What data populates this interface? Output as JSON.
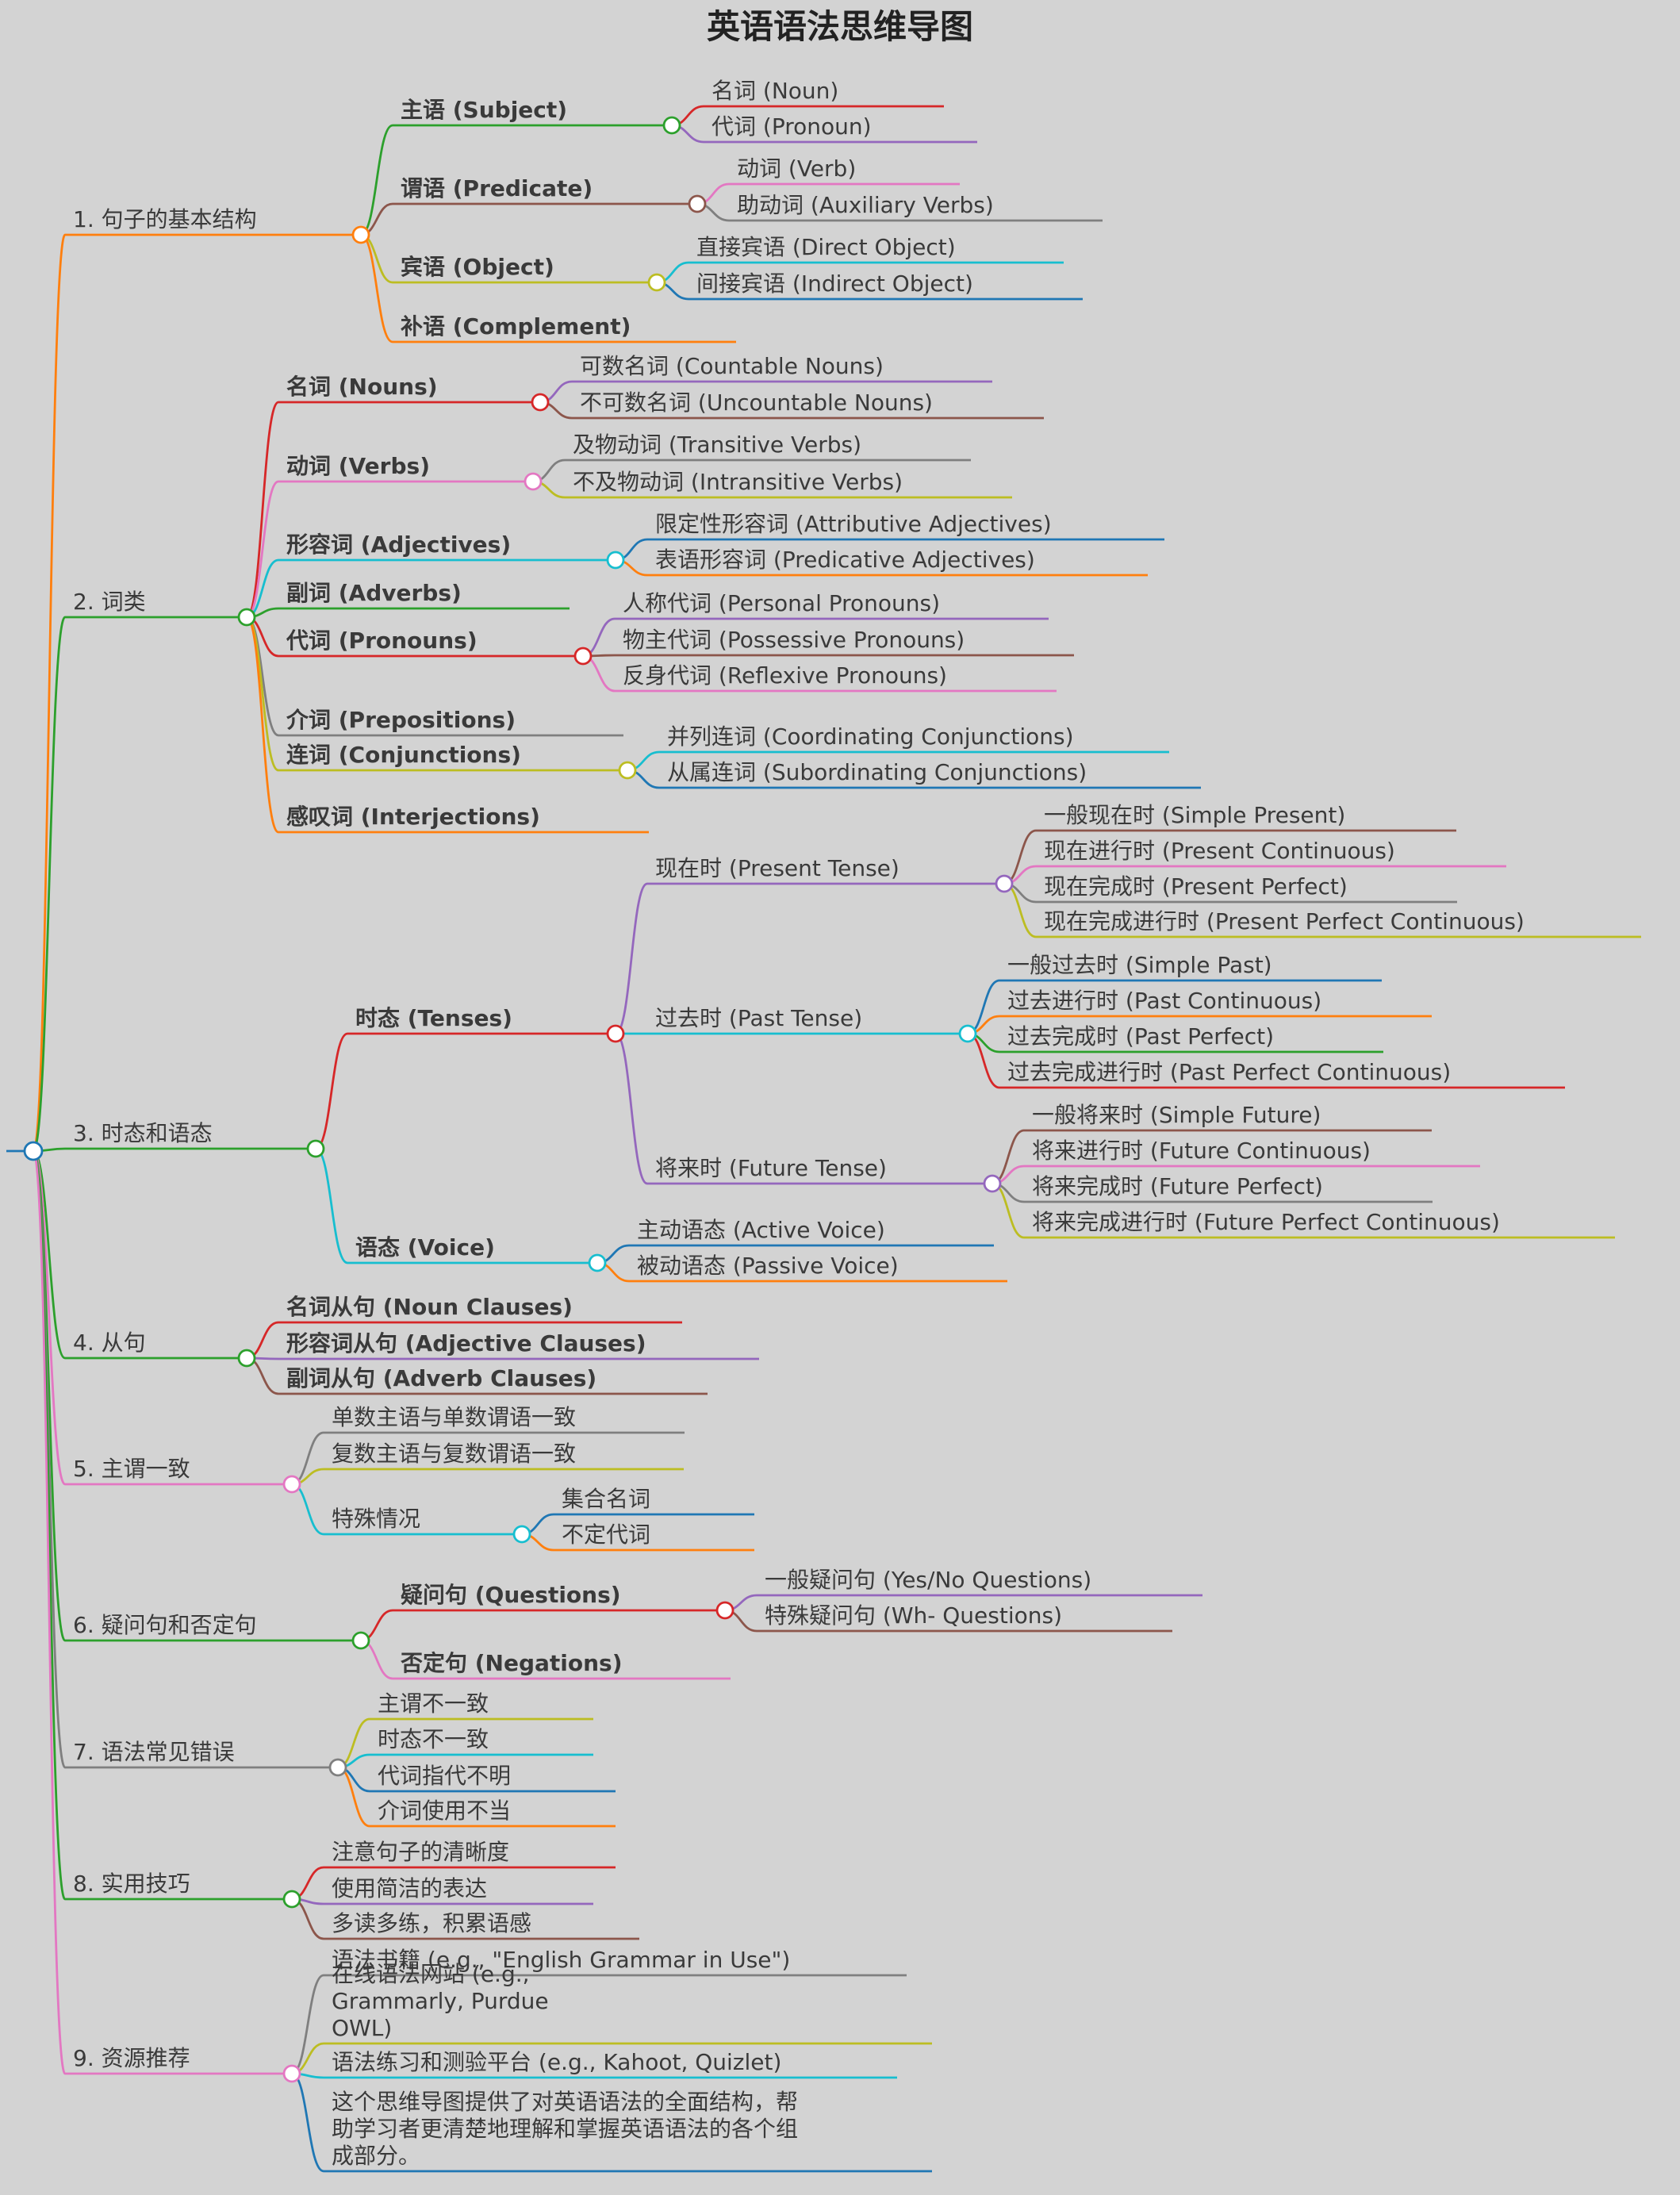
{
  "title": "英语语法思维导图",
  "root": {
    "children": [
      {
        "label": "1. 句子的基本结构",
        "color": "#ff7f0e",
        "children": [
          {
            "label": "主语 (Subject)",
            "bold": true,
            "color": "#2ca02c",
            "children": [
              {
                "label": "名词 (Noun)",
                "color": "#d62728"
              },
              {
                "label": "代词 (Pronoun)",
                "color": "#9467bd"
              }
            ]
          },
          {
            "label": "谓语 (Predicate)",
            "bold": true,
            "color": "#8c564b",
            "children": [
              {
                "label": "动词 (Verb)",
                "color": "#e377c2"
              },
              {
                "label": "助动词 (Auxiliary Verbs)",
                "color": "#7f7f7f"
              }
            ]
          },
          {
            "label": "宾语 (Object)",
            "bold": true,
            "color": "#bcbd22",
            "children": [
              {
                "label": "直接宾语 (Direct Object)",
                "color": "#17becf"
              },
              {
                "label": "间接宾语 (Indirect Object)",
                "color": "#1f77b4"
              }
            ]
          },
          {
            "label": "补语 (Complement)",
            "bold": true,
            "color": "#ff7f0e"
          }
        ]
      },
      {
        "label": "2. 词类",
        "color": "#2ca02c",
        "children": [
          {
            "label": "名词 (Nouns)",
            "bold": true,
            "color": "#d62728",
            "children": [
              {
                "label": "可数名词 (Countable Nouns)",
                "color": "#9467bd"
              },
              {
                "label": "不可数名词 (Uncountable Nouns)",
                "color": "#8c564b"
              }
            ]
          },
          {
            "label": "动词 (Verbs)",
            "bold": true,
            "color": "#e377c2",
            "children": [
              {
                "label": "及物动词 (Transitive Verbs)",
                "color": "#7f7f7f"
              },
              {
                "label": "不及物动词 (Intransitive Verbs)",
                "color": "#bcbd22"
              }
            ]
          },
          {
            "label": "形容词 (Adjectives)",
            "bold": true,
            "color": "#17becf",
            "children": [
              {
                "label": "限定性形容词 (Attributive Adjectives)",
                "color": "#1f77b4"
              },
              {
                "label": "表语形容词 (Predicative Adjectives)",
                "color": "#ff7f0e"
              }
            ]
          },
          {
            "label": "副词 (Adverbs)",
            "bold": true,
            "color": "#2ca02c"
          },
          {
            "label": "代词 (Pronouns)",
            "bold": true,
            "color": "#d62728",
            "children": [
              {
                "label": "人称代词 (Personal Pronouns)",
                "color": "#9467bd"
              },
              {
                "label": "物主代词 (Possessive Pronouns)",
                "color": "#8c564b"
              },
              {
                "label": "反身代词 (Reflexive Pronouns)",
                "color": "#e377c2"
              }
            ]
          },
          {
            "label": "介词 (Prepositions)",
            "bold": true,
            "color": "#7f7f7f"
          },
          {
            "label": "连词 (Conjunctions)",
            "bold": true,
            "color": "#bcbd22",
            "children": [
              {
                "label": "并列连词 (Coordinating Conjunctions)",
                "color": "#17becf"
              },
              {
                "label": "从属连词 (Subordinating Conjunctions)",
                "color": "#1f77b4"
              }
            ]
          },
          {
            "label": "感叹词 (Interjections)",
            "bold": true,
            "color": "#ff7f0e"
          }
        ]
      },
      {
        "label": "3. 时态和语态",
        "color": "#2ca02c",
        "children": [
          {
            "label": "时态 (Tenses)",
            "bold": true,
            "color": "#d62728",
            "children": [
              {
                "label": "现在时 (Present Tense)",
                "color": "#9467bd",
                "children": [
                  {
                    "label": "一般现在时 (Simple Present)",
                    "color": "#8c564b"
                  },
                  {
                    "label": "现在进行时 (Present Continuous)",
                    "color": "#e377c2"
                  },
                  {
                    "label": "现在完成时 (Present Perfect)",
                    "color": "#7f7f7f"
                  },
                  {
                    "label": "现在完成进行时 (Present Perfect Continuous)",
                    "color": "#bcbd22"
                  }
                ]
              },
              {
                "label": "过去时 (Past Tense)",
                "color": "#17becf",
                "children": [
                  {
                    "label": "一般过去时 (Simple Past)",
                    "color": "#1f77b4"
                  },
                  {
                    "label": "过去进行时 (Past Continuous)",
                    "color": "#ff7f0e"
                  },
                  {
                    "label": "过去完成时 (Past Perfect)",
                    "color": "#2ca02c"
                  },
                  {
                    "label": "过去完成进行时 (Past Perfect Continuous)",
                    "color": "#d62728"
                  }
                ]
              },
              {
                "label": "将来时 (Future Tense)",
                "color": "#9467bd",
                "children": [
                  {
                    "label": "一般将来时 (Simple Future)",
                    "color": "#8c564b"
                  },
                  {
                    "label": "将来进行时 (Future Continuous)",
                    "color": "#e377c2"
                  },
                  {
                    "label": "将来完成时 (Future Perfect)",
                    "color": "#7f7f7f"
                  },
                  {
                    "label": "将来完成进行时 (Future Perfect Continuous)",
                    "color": "#bcbd22"
                  }
                ]
              }
            ]
          },
          {
            "label": "语态 (Voice)",
            "bold": true,
            "color": "#17becf",
            "children": [
              {
                "label": "主动语态 (Active Voice)",
                "color": "#1f77b4"
              },
              {
                "label": "被动语态 (Passive Voice)",
                "color": "#ff7f0e"
              }
            ]
          }
        ]
      },
      {
        "label": "4. 从句",
        "color": "#2ca02c",
        "children": [
          {
            "label": "名词从句 (Noun Clauses)",
            "bold": true,
            "color": "#d62728"
          },
          {
            "label": "形容词从句 (Adjective Clauses)",
            "bold": true,
            "color": "#9467bd"
          },
          {
            "label": "副词从句 (Adverb Clauses)",
            "bold": true,
            "color": "#8c564b"
          }
        ]
      },
      {
        "label": "5. 主谓一致",
        "color": "#e377c2",
        "children": [
          {
            "label": "单数主语与单数谓语一致",
            "color": "#7f7f7f"
          },
          {
            "label": "复数主语与复数谓语一致",
            "color": "#bcbd22"
          },
          {
            "label": "特殊情况",
            "color": "#17becf",
            "children": [
              {
                "label": "集合名词",
                "color": "#1f77b4"
              },
              {
                "label": "不定代词",
                "color": "#ff7f0e"
              }
            ]
          }
        ]
      },
      {
        "label": "6. 疑问句和否定句",
        "color": "#2ca02c",
        "children": [
          {
            "label": "疑问句 (Questions)",
            "bold": true,
            "color": "#d62728",
            "children": [
              {
                "label": "一般疑问句 (Yes/No Questions)",
                "color": "#9467bd"
              },
              {
                "label": "特殊疑问句 (Wh- Questions)",
                "color": "#8c564b"
              }
            ]
          },
          {
            "label": "否定句 (Negations)",
            "bold": true,
            "color": "#e377c2"
          }
        ]
      },
      {
        "label": "7. 语法常见错误",
        "color": "#7f7f7f",
        "children": [
          {
            "label": "主谓不一致",
            "color": "#bcbd22"
          },
          {
            "label": "时态不一致",
            "color": "#17becf"
          },
          {
            "label": "代词指代不明",
            "color": "#1f77b4"
          },
          {
            "label": "介词使用不当",
            "color": "#ff7f0e"
          }
        ]
      },
      {
        "label": "8. 实用技巧",
        "color": "#2ca02c",
        "children": [
          {
            "label": "注意句子的清晰度",
            "color": "#d62728"
          },
          {
            "label": "使用简洁的表达",
            "color": "#9467bd"
          },
          {
            "label": "多读多练，积累语感",
            "color": "#8c564b"
          }
        ]
      },
      {
        "label": "9. 资源推荐",
        "color": "#e377c2",
        "children": [
          {
            "label": "语法书籍 (e.g., \"English Grammar in Use\")",
            "color": "#7f7f7f"
          },
          {
            "label": "在线语法网站 (e.g., Grammarly, Purdue OWL)",
            "color": "#bcbd22"
          },
          {
            "label": "语法练习和测验平台 (e.g., Kahoot, Quizlet)",
            "color": "#17becf"
          },
          {
            "label": "这个思维导图提供了对英语语法的全面结构，帮助学习者更清楚地理解和掌握英语语法的各个组成部分。",
            "color": "#1f77b4"
          }
        ]
      }
    ]
  }
}
